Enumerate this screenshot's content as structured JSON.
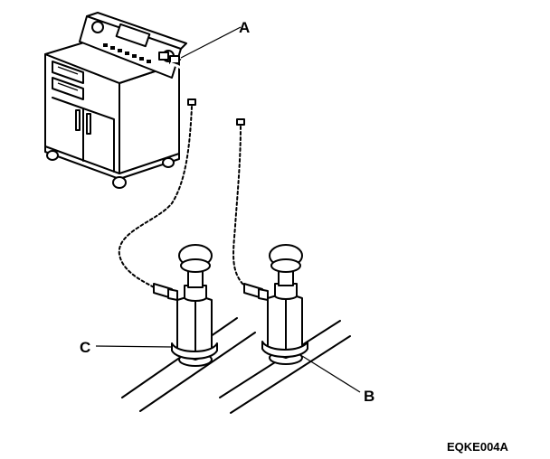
{
  "labels": {
    "a": "A",
    "b": "B",
    "c": "C"
  },
  "figure_code": "EQKE004A",
  "colors": {
    "ink": "#000000",
    "paper": "#ffffff"
  }
}
